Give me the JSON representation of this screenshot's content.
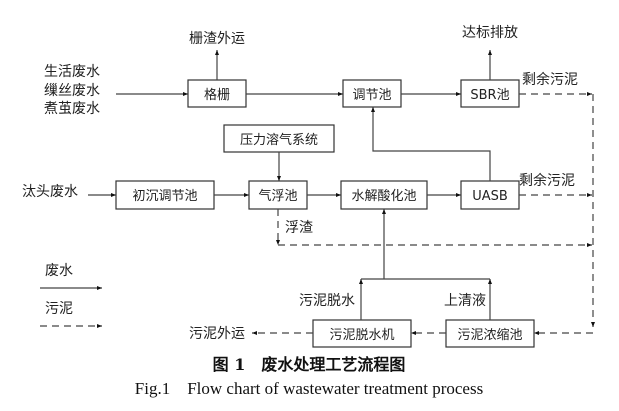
{
  "diagram": {
    "inputs": {
      "domestic_mix": [
        "生活废水",
        "缫丝废水",
        "煮茧废水"
      ],
      "other": "汰头废水"
    },
    "units": {
      "screen": "格栅",
      "equalization": "调节池",
      "sbr": "SBR池",
      "dissolved_air": "压力溶气系统",
      "primary_settling": "初沉调节池",
      "flotation": "气浮池",
      "hydrolysis": "水解酸化池",
      "uasb": "UASB",
      "dewatering": "污泥脱水机",
      "thickener": "污泥浓缩池"
    },
    "labels": {
      "screenings_out": "栅渣外运",
      "discharge": "达标排放",
      "excess_sludge_sbr": "剩余污泥",
      "excess_sludge_uasb": "剩余污泥",
      "scum": "浮渣",
      "sludge_filtrate": "污泥脱水",
      "supernatant": "上清液",
      "sludge_out": "污泥外运"
    },
    "legend": {
      "wastewater": "废水",
      "sludge": "污泥"
    },
    "edges": [
      {
        "from": "inputs",
        "to": "格栅",
        "type": "wastewater"
      },
      {
        "from": "格栅",
        "to": "栅渣外运",
        "type": "wastewater"
      },
      {
        "from": "格栅",
        "to": "调节池",
        "type": "wastewater"
      },
      {
        "from": "调节池",
        "to": "SBR池",
        "type": "wastewater"
      },
      {
        "from": "SBR池",
        "to": "达标排放",
        "type": "wastewater"
      },
      {
        "from": "SBR池",
        "to": "污泥浓缩池",
        "type": "sludge"
      },
      {
        "from": "汰头废水",
        "to": "初沉调节池",
        "type": "wastewater"
      },
      {
        "from": "初沉调节池",
        "to": "气浮池",
        "type": "wastewater"
      },
      {
        "from": "压力溶气系统",
        "to": "气浮池",
        "type": "wastewater"
      },
      {
        "from": "气浮池",
        "to": "水解酸化池",
        "type": "wastewater"
      },
      {
        "from": "气浮池",
        "to": "污泥浓缩池",
        "type": "sludge"
      },
      {
        "from": "水解酸化池",
        "to": "UASB",
        "type": "wastewater"
      },
      {
        "from": "UASB",
        "to": "调节池",
        "type": "wastewater"
      },
      {
        "from": "UASB",
        "to": "污泥浓缩池",
        "type": "sludge"
      },
      {
        "from": "污泥浓缩池",
        "to": "污泥脱水机",
        "type": "sludge"
      },
      {
        "from": "污泥脱水机",
        "to": "污泥外运",
        "type": "sludge"
      },
      {
        "from": "污泥脱水机",
        "to": "水解酸化池",
        "type": "wastewater"
      },
      {
        "from": "污泥浓缩池",
        "to": "水解酸化池",
        "type": "wastewater"
      }
    ]
  },
  "caption": {
    "zh": "图 1　废水处理工艺流程图",
    "en": "Fig.1　Flow chart of wastewater treatment process"
  }
}
